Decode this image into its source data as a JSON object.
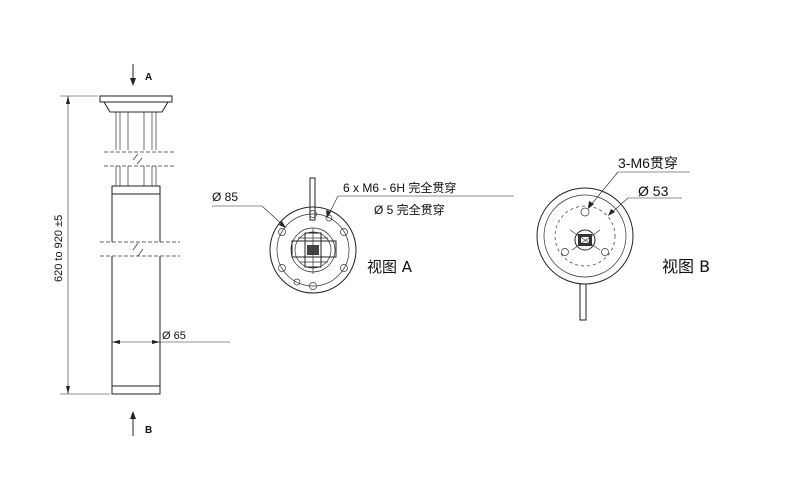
{
  "side_view": {
    "arrow_a_label": "A",
    "arrow_b_label": "B",
    "length_dim": "620 to 920 ±5",
    "diameter_dim": "Ø 65"
  },
  "view_a": {
    "diameter_dim": "Ø 85",
    "thread_callout": "6 x  M6 - 6H 完全贯穿",
    "hole_callout": "Ø  5 完全贯穿",
    "title": "视图 A"
  },
  "view_b": {
    "thread_callout": "3-M6贯穿",
    "diameter_dim": "Ø 53",
    "title": "视图 B"
  }
}
